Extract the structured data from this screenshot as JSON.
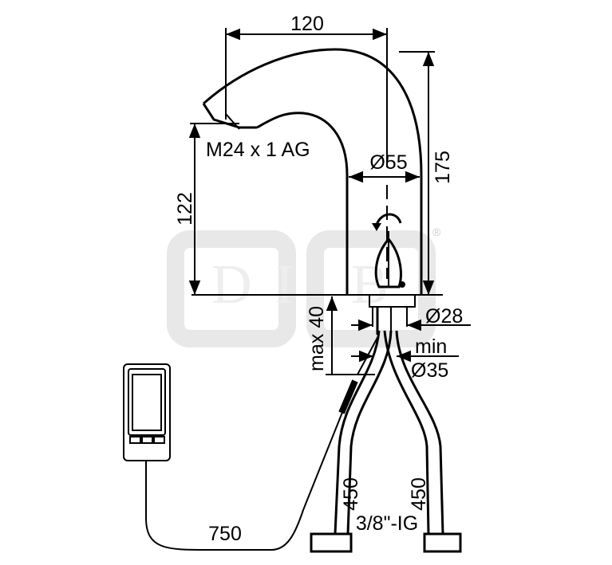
{
  "title": "Faucet technical drawing",
  "dimensions": {
    "spout_reach": "120",
    "height": "175",
    "outlet_height": "122",
    "thread": "M24 x 1 AG",
    "body_diameter": "Ø55",
    "shank_diameter": "Ø28",
    "max_thickness": "max 40",
    "min_hole_label": "min",
    "min_hole": "Ø35",
    "hose_left": "450",
    "hose_right": "450",
    "hose_thread": "3/8\"-IG",
    "cable_length": "750"
  },
  "watermark": "DIBT",
  "registered_mark": "®"
}
